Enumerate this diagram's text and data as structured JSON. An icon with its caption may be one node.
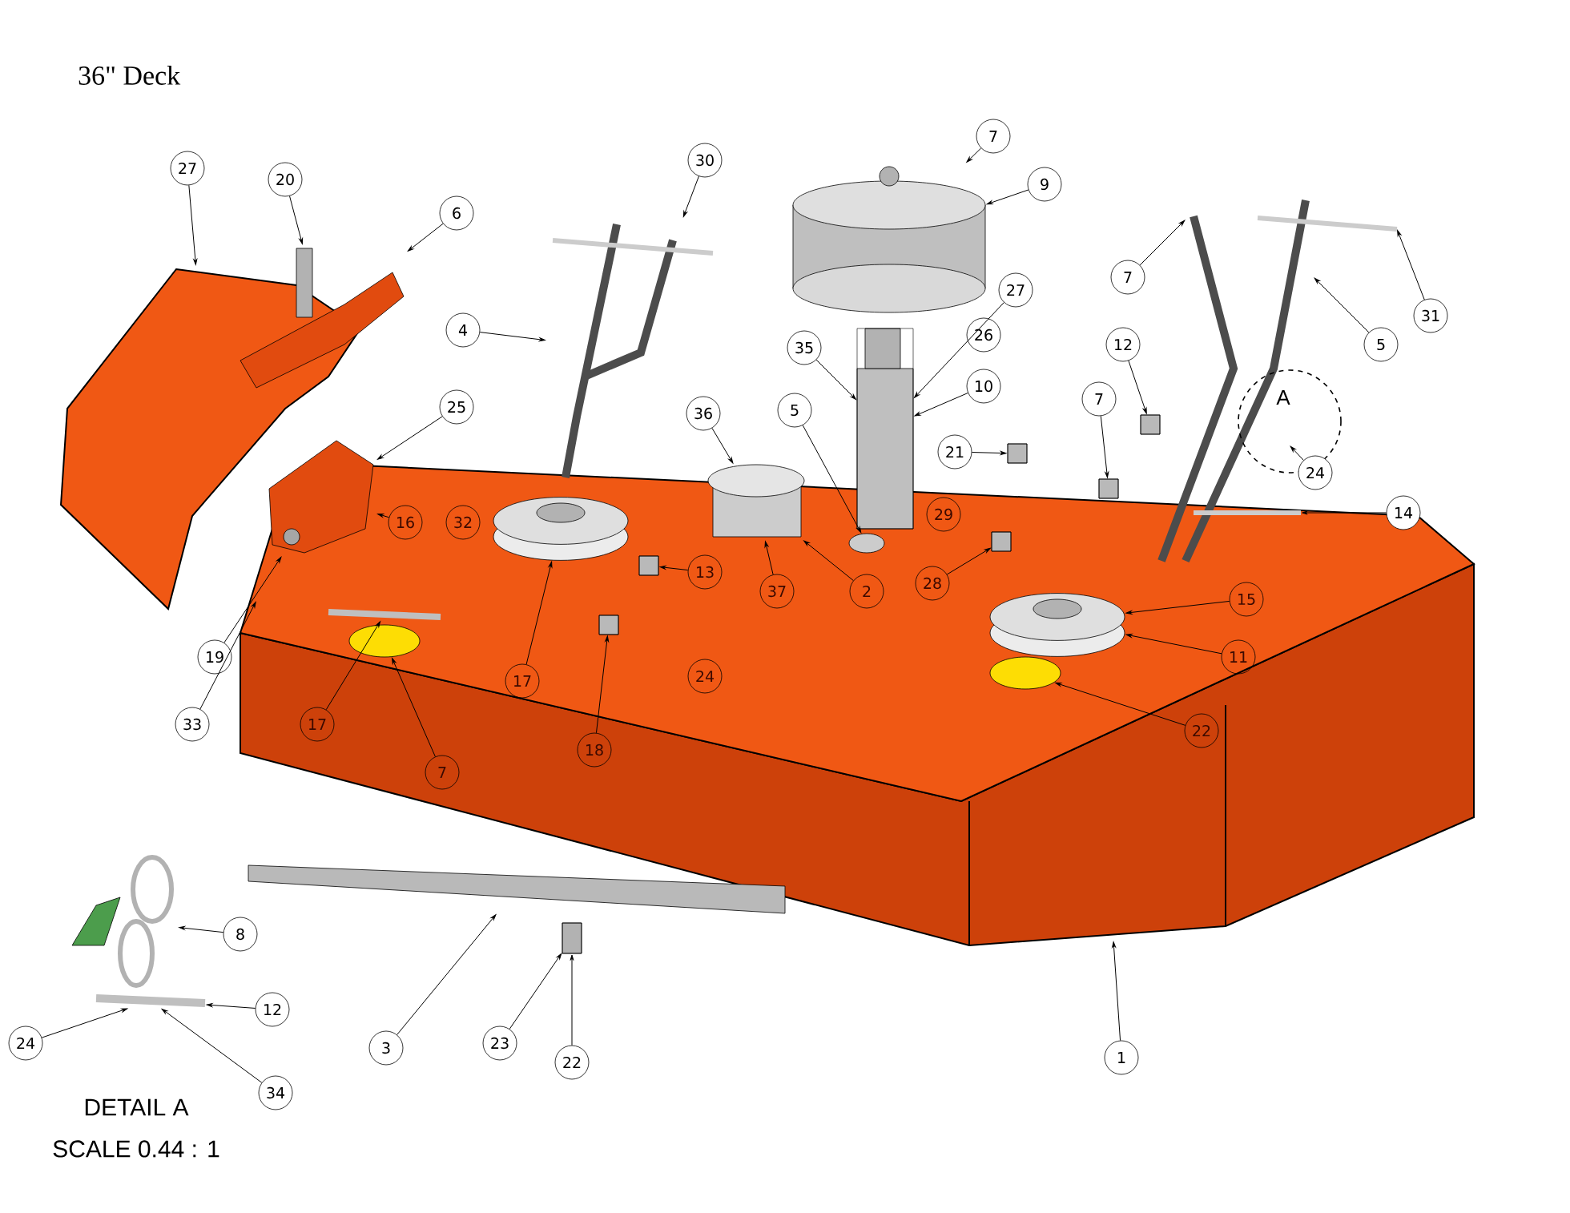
{
  "diagram": {
    "title": "36\" Deck",
    "nodes": [
      {
        "text": [
          "27"
        ]
      },
      {
        "text": [
          "30"
        ]
      },
      {
        "text": [
          "7"
        ]
      },
      {
        "text": [
          "20"
        ]
      },
      {
        "text": [
          "9"
        ]
      },
      {
        "text": [
          "6"
        ]
      },
      {
        "text": [
          "7"
        ]
      },
      {
        "text": [
          "27"
        ]
      },
      {
        "text": [
          "31"
        ]
      },
      {
        "text": [
          "4"
        ]
      },
      {
        "text": [
          "26"
        ]
      },
      {
        "text": [
          "12"
        ]
      },
      {
        "text": [
          "5"
        ]
      },
      {
        "text": [
          "35"
        ]
      },
      {
        "text": [
          "10"
        ]
      },
      {
        "text": [
          "7"
        ]
      },
      {
        "text": [
          "25"
        ]
      },
      {
        "text": [
          "5"
        ]
      },
      {
        "text": [
          "36"
        ]
      },
      {
        "text": [
          "21"
        ]
      },
      {
        "text": [
          "24"
        ]
      },
      {
        "text": [
          "14"
        ]
      },
      {
        "text": [
          "29"
        ]
      },
      {
        "text": [
          "16"
        ]
      },
      {
        "text": [
          "32"
        ]
      },
      {
        "text": [
          "13"
        ]
      },
      {
        "text": [
          "28"
        ]
      },
      {
        "text": [
          "37"
        ]
      },
      {
        "text": [
          "2"
        ]
      },
      {
        "text": [
          "15"
        ]
      },
      {
        "text": [
          "19"
        ]
      },
      {
        "text": [
          "11"
        ]
      },
      {
        "text": [
          "24"
        ]
      },
      {
        "text": [
          "17"
        ]
      },
      {
        "text": [
          "33"
        ]
      },
      {
        "text": [
          "17"
        ]
      },
      {
        "text": [
          "22"
        ]
      },
      {
        "text": [
          "18"
        ]
      },
      {
        "text": [
          "7"
        ]
      },
      {
        "text": [
          "8"
        ]
      },
      {
        "text": [
          "12"
        ]
      },
      {
        "text": [
          "3"
        ]
      },
      {
        "text": [
          "23"
        ]
      },
      {
        "text": [
          "24"
        ]
      },
      {
        "text": [
          "1"
        ]
      },
      {
        "text": [
          "22"
        ]
      },
      {
        "text": [
          "34"
        ]
      },
      {
        "text": [],
        "shape": "cylinder"
      },
      {
        "text": [],
        "shape": "box"
      },
      {
        "text": [],
        "shape": "circle"
      },
      {
        "text": [],
        "shape": "cylinder"
      },
      {
        "text": [],
        "shape": "cylinder"
      },
      {
        "text": [],
        "shape": "cylinder"
      },
      {
        "text": [],
        "shape": "box"
      },
      {
        "text": [],
        "shape": "box"
      },
      {
        "text": [],
        "shape": "box"
      },
      {
        "text": [],
        "shape": "box"
      },
      {
        "text": [],
        "shape": "box"
      },
      {
        "text": [],
        "shape": "box"
      },
      {
        "text": [],
        "shape": "bar"
      },
      {
        "text": [],
        "shape": "box"
      },
      {
        "text": [],
        "shape": "picture"
      },
      {
        "text": [],
        "shape": "bar"
      },
      {
        "text": [],
        "shape": "circle"
      },
      {
        "text": [],
        "shape": "bar"
      },
      {
        "text": [],
        "shape": "circle"
      },
      {
        "text": [],
        "shape": "picture"
      },
      {
        "text": [],
        "shape": "picture"
      },
      {
        "text": [],
        "shape": "picture"
      },
      {
        "text": [],
        "shape": "picture"
      }
    ],
    "edges": [
      {
        "from": 0,
        "to": 68,
        "arrow": "to"
      },
      {
        "from": 1,
        "to": 69,
        "arrow": "to"
      },
      {
        "from": 2,
        "to": 47,
        "arrow": "to"
      },
      {
        "from": 3,
        "to": 66,
        "arrow": "to"
      },
      {
        "from": 4,
        "to": 47,
        "arrow": "to"
      },
      {
        "from": 5,
        "to": 66,
        "arrow": "to"
      },
      {
        "from": 6,
        "to": null,
        "arrow": "to"
      },
      {
        "from": 7,
        "to": 48,
        "arrow": "to"
      },
      {
        "from": 8,
        "to": null,
        "arrow": "to"
      },
      {
        "from": 9,
        "to": 69,
        "arrow": "to"
      },
      {
        "from": 11,
        "to": 53,
        "arrow": "to"
      },
      {
        "from": 12,
        "to": null,
        "arrow": "to"
      },
      {
        "from": 13,
        "to": 48,
        "arrow": "to"
      },
      {
        "from": 14,
        "to": 48,
        "arrow": "to"
      },
      {
        "from": 15,
        "to": 54,
        "arrow": "to"
      },
      {
        "from": 16,
        "to": 67,
        "arrow": "to"
      },
      {
        "from": 17,
        "to": 49,
        "arrow": "to"
      },
      {
        "from": 18,
        "to": 50,
        "arrow": "to"
      },
      {
        "from": 19,
        "to": 55,
        "arrow": "to"
      },
      {
        "from": 20,
        "to": null,
        "arrow": "to"
      },
      {
        "from": 21,
        "to": null,
        "arrow": "to"
      },
      {
        "from": 23,
        "to": 67,
        "arrow": "to"
      },
      {
        "from": 25,
        "to": 57,
        "arrow": "to"
      },
      {
        "from": 26,
        "to": 56,
        "arrow": "to"
      },
      {
        "from": 27,
        "to": 50,
        "arrow": "to"
      },
      {
        "from": 28,
        "to": 50,
        "arrow": "to"
      },
      {
        "from": 29,
        "to": 52,
        "arrow": "to"
      },
      {
        "from": 30,
        "to": 67,
        "arrow": "to"
      },
      {
        "from": 31,
        "to": 52,
        "arrow": "to"
      },
      {
        "from": 33,
        "to": 51,
        "arrow": "to"
      },
      {
        "from": 34,
        "to": null,
        "arrow": "to"
      },
      {
        "from": 35,
        "to": 64,
        "arrow": "to"
      },
      {
        "from": 36,
        "to": 65,
        "arrow": "to"
      },
      {
        "from": 37,
        "to": 58,
        "arrow": "to"
      },
      {
        "from": 38,
        "to": 63,
        "arrow": "to"
      },
      {
        "from": 39,
        "to": 61,
        "arrow": "to"
      },
      {
        "from": 40,
        "to": 62,
        "arrow": "to"
      },
      {
        "from": 41,
        "to": 59,
        "arrow": "to"
      },
      {
        "from": 42,
        "to": 60,
        "arrow": "to"
      },
      {
        "from": 43,
        "to": 62,
        "arrow": "to"
      },
      {
        "from": 44,
        "to": null,
        "arrow": "to"
      },
      {
        "from": 45,
        "to": 60,
        "arrow": "to"
      },
      {
        "from": 46,
        "to": 62,
        "arrow": "to"
      }
    ],
    "labels": [
      "A",
      "DETAIL A",
      "SCALE 0.44 : 1"
    ]
  }
}
